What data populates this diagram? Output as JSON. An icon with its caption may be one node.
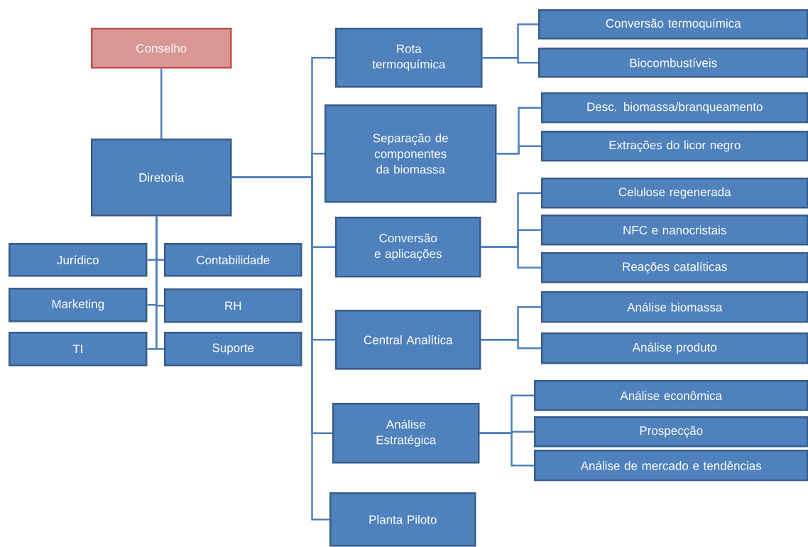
{
  "diagram": {
    "nodes": [
      {
        "text": [
          "Conselho"
        ]
      },
      {
        "text": [
          "Diretoria"
        ]
      },
      {
        "text": [
          "Jurídico"
        ]
      },
      {
        "text": [
          "Contabilidade"
        ]
      },
      {
        "text": [
          "Marketing"
        ]
      },
      {
        "text": [
          "RH"
        ]
      },
      {
        "text": [
          "TI"
        ]
      },
      {
        "text": [
          "Suporte"
        ]
      },
      {
        "text": [
          "Rota termoquímica"
        ]
      },
      {
        "text": [
          "Separação de componentes da biomassa"
        ]
      },
      {
        "text": [
          "Conversão e aplicações"
        ]
      },
      {
        "text": [
          "Central Analítica"
        ]
      },
      {
        "text": [
          "Análise Estratégica"
        ]
      },
      {
        "text": [
          "Planta Piloto"
        ]
      },
      {
        "text": [
          "Conversão termoquímica"
        ]
      },
      {
        "text": [
          "Biocombustíveis"
        ]
      },
      {
        "text": [
          "Desc. biomassa/branqueamento"
        ]
      },
      {
        "text": [
          "Extrações do licor negro"
        ]
      },
      {
        "text": [
          "Celulose regenerada"
        ]
      },
      {
        "text": [
          "NFC e nanocristais"
        ]
      },
      {
        "text": [
          "Reações catalíticas"
        ]
      },
      {
        "text": [
          "Análise biomassa"
        ]
      },
      {
        "text": [
          "Análise produto"
        ]
      },
      {
        "text": [
          "Análise econômica"
        ]
      },
      {
        "text": [
          "Prospecção"
        ]
      },
      {
        "text": [
          "Análise de mercado e tendências"
        ]
      }
    ],
    "edges": [
      {
        "from": 0,
        "to": 1,
        "arrow": "none"
      },
      {
        "from": 1,
        "to": 2,
        "arrow": "none"
      },
      {
        "from": 1,
        "to": 3,
        "arrow": "none"
      },
      {
        "from": 1,
        "to": 4,
        "arrow": "none"
      },
      {
        "from": 1,
        "to": 5,
        "arrow": "none"
      },
      {
        "from": 1,
        "to": 6,
        "arrow": "none"
      },
      {
        "from": 1,
        "to": 7,
        "arrow": "none"
      },
      {
        "from": 1,
        "to": 8,
        "arrow": "none"
      },
      {
        "from": 1,
        "to": 9,
        "arrow": "none"
      },
      {
        "from": 1,
        "to": 10,
        "arrow": "none"
      },
      {
        "from": 1,
        "to": 11,
        "arrow": "none"
      },
      {
        "from": 1,
        "to": 12,
        "arrow": "none"
      },
      {
        "from": 1,
        "to": 13,
        "arrow": "none"
      },
      {
        "from": 8,
        "to": 14,
        "arrow": "none"
      },
      {
        "from": 8,
        "to": 15,
        "arrow": "none"
      },
      {
        "from": 9,
        "to": 16,
        "arrow": "none"
      },
      {
        "from": 9,
        "to": 17,
        "arrow": "none"
      },
      {
        "from": 10,
        "to": 18,
        "arrow": "none"
      },
      {
        "from": 10,
        "to": 19,
        "arrow": "none"
      },
      {
        "from": 10,
        "to": 20,
        "arrow": "none"
      },
      {
        "from": 11,
        "to": 21,
        "arrow": "none"
      },
      {
        "from": 11,
        "to": 22,
        "arrow": "none"
      },
      {
        "from": 12,
        "to": 23,
        "arrow": "none"
      },
      {
        "from": 12,
        "to": 24,
        "arrow": "none"
      },
      {
        "from": 12,
        "to": 25,
        "arrow": "none"
      }
    ]
  }
}
